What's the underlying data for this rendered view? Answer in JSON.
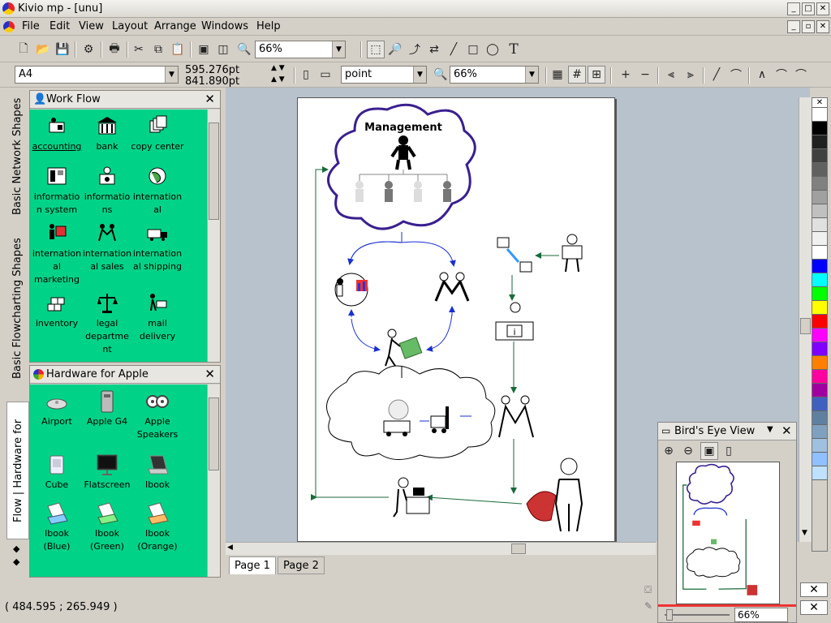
{
  "window": {
    "title": "Kivio mp - [unu]"
  },
  "menu": {
    "items": [
      "File",
      "Edit",
      "View",
      "Layout",
      "Arrange",
      "Windows",
      "Help"
    ]
  },
  "toolbar": {
    "zoom": "66%",
    "paper": "A4",
    "width": "595.276pt",
    "height": "841.890pt",
    "unit": "point",
    "zoom2": "66%",
    "text_tool": "T"
  },
  "side_tabs": [
    "Basic Network Shapes",
    "Basic Flowcharting Shapes",
    "Flow | Hardware for Apple"
  ],
  "workflow_panel": {
    "title": "Work Flow",
    "close": "✕",
    "items": [
      {
        "label": "accounting",
        "icon": "accounting-icon"
      },
      {
        "label": "bank",
        "icon": "bank-icon"
      },
      {
        "label": "copy center",
        "icon": "copy-center-icon"
      },
      {
        "label": "informatio n system",
        "icon": "information-system-icon"
      },
      {
        "label": "informatio ns",
        "icon": "informations-icon"
      },
      {
        "label": "internation al",
        "icon": "international-icon"
      },
      {
        "label": "internation al marketing",
        "icon": "intl-marketing-icon"
      },
      {
        "label": "internation al sales",
        "icon": "intl-sales-icon"
      },
      {
        "label": "internation al shipping",
        "icon": "intl-shipping-icon"
      },
      {
        "label": "inventory",
        "icon": "inventory-icon"
      },
      {
        "label": "legal departme nt",
        "icon": "legal-icon"
      },
      {
        "label": "mail delivery",
        "icon": "mail-icon"
      }
    ]
  },
  "apple_panel": {
    "title": "Hardware for Apple",
    "close": "✕",
    "items": [
      {
        "label": "Airport"
      },
      {
        "label": "Apple G4"
      },
      {
        "label": "Apple Speakers"
      },
      {
        "label": "Cube"
      },
      {
        "label": "Flatscreen"
      },
      {
        "label": "Ibook"
      },
      {
        "label": "Ibook (Blue)"
      },
      {
        "label": "Ibook (Green)"
      },
      {
        "label": "Ibook (Orange)"
      }
    ]
  },
  "diagram": {
    "management_label": "Management"
  },
  "page_tabs": [
    "Page 1",
    "Page 2"
  ],
  "birds_eye": {
    "title": "Bird's Eye View",
    "zoom": "66%"
  },
  "status": {
    "coords": "( 484.595 ; 265.949 )"
  },
  "colors": {
    "stencil_bg": "#00d387",
    "canvas_bg": "#b7c2cc",
    "cloud_border": "#3a1f8f",
    "arrow_green": "#1a6a3a",
    "arrow_blue": "#1a2fd0",
    "palette": [
      "#ffffff",
      "#000000",
      "#202020",
      "#404040",
      "#606060",
      "#808080",
      "#a0a0a0",
      "#c0c0c0",
      "#e0e0e0",
      "#f0f0f0",
      "#ffffff",
      "#0000ff",
      "#00ffff",
      "#00ff00",
      "#ffff00",
      "#ff0000",
      "#ff00ff",
      "#8000ff",
      "#ff8000",
      "#ff00a0",
      "#a000a0",
      "#4060c0",
      "#6080a0",
      "#80a0c0",
      "#a0c0e0",
      "#90c0ff",
      "#c0e0ff"
    ]
  }
}
